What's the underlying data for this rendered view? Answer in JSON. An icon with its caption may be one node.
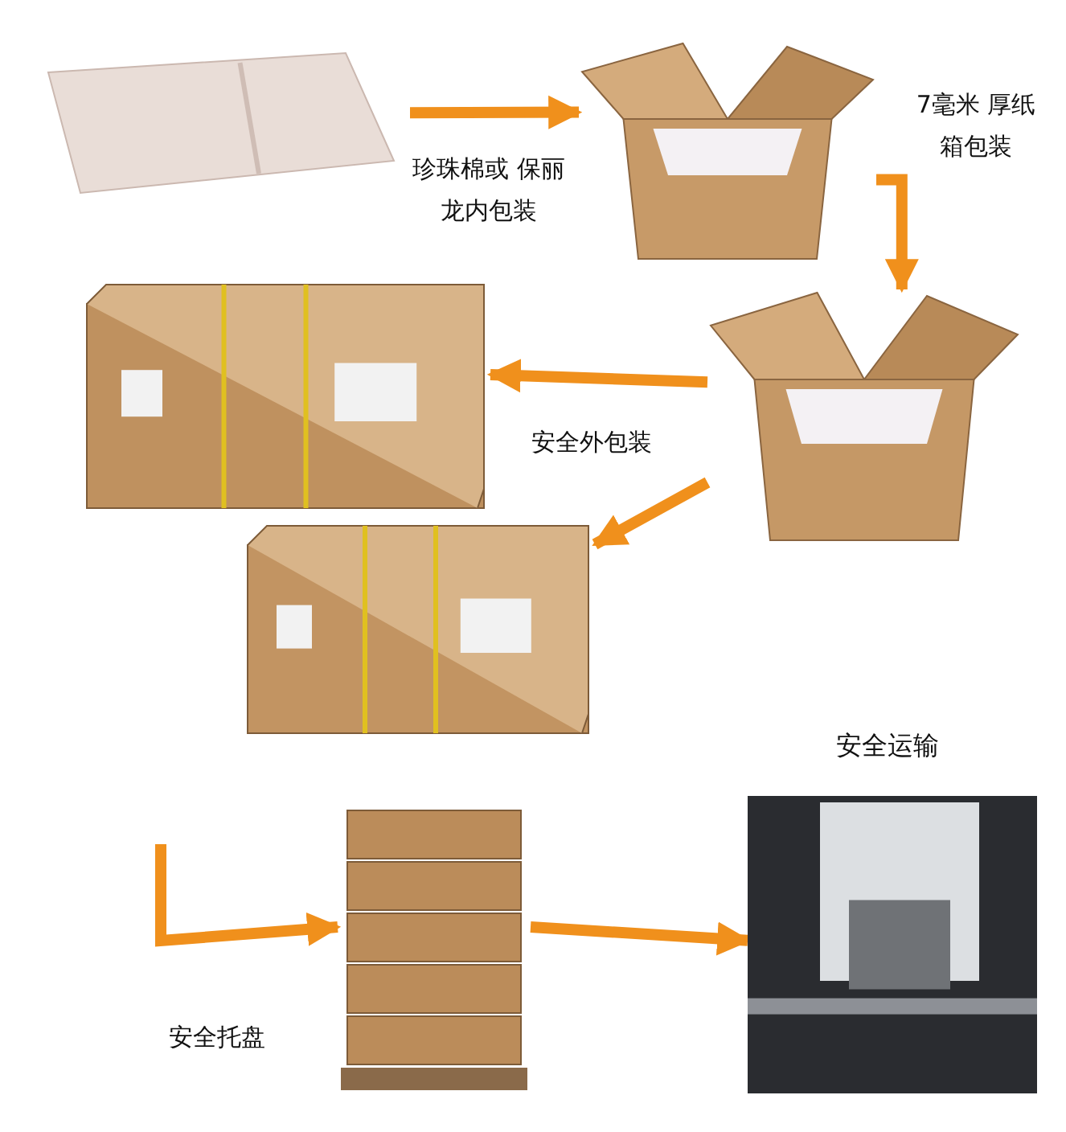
{
  "diagram": {
    "nodes": [
      {
        "text": [],
        "shape": "picture"
      },
      {
        "text": [],
        "shape": "picture"
      },
      {
        "text": [],
        "shape": "picture"
      },
      {
        "text": [],
        "shape": "picture"
      },
      {
        "text": [],
        "shape": "picture"
      },
      {
        "text": [],
        "shape": "picture"
      },
      {
        "text": [],
        "shape": "picture",
        "beside": [
          "安全运输"
        ]
      }
    ],
    "edges": [
      {
        "from": 0,
        "to": 1,
        "arrow": "to",
        "label": "珍珠棉或 保丽龙内包装"
      },
      {
        "from": 1,
        "to": 2,
        "arrow": "to",
        "label": "7毫米 厚纸箱包装"
      },
      {
        "from": 2,
        "to": 3,
        "arrow": "to",
        "label": "安全外包装"
      },
      {
        "from": 2,
        "to": 4,
        "arrow": "to"
      },
      {
        "from": null,
        "to": 5,
        "arrow": "to",
        "label": "安全托盘"
      },
      {
        "from": 5,
        "to": 6,
        "arrow": "to"
      }
    ]
  }
}
